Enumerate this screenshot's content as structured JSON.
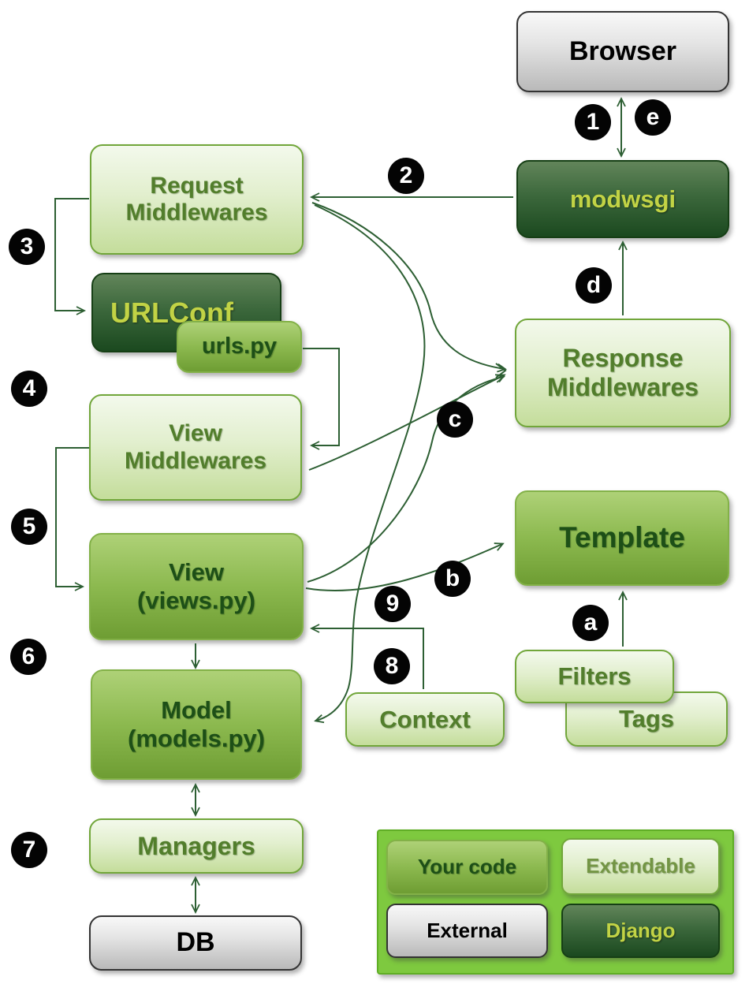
{
  "nodes": {
    "browser": "Browser",
    "modwsgi": "modwsgi",
    "request_middlewares": "Request\nMiddlewares",
    "urlconf": "URLConf",
    "urls_py": "urls.py",
    "view_middlewares": "View\nMiddlewares",
    "view": "View\n(views.py)",
    "model": "Model\n(models.py)",
    "managers": "Managers",
    "db": "DB",
    "response_middlewares": "Response\nMiddlewares",
    "template": "Template",
    "filters": "Filters",
    "tags": "Tags",
    "context": "Context"
  },
  "step_markers": {
    "n1": "1",
    "n2": "2",
    "n3": "3",
    "n4": "4",
    "n5": "5",
    "n6": "6",
    "n7": "7",
    "n8": "8",
    "n9": "9",
    "la": "a",
    "lb": "b",
    "lc": "c",
    "ld": "d",
    "le": "e"
  },
  "legend": {
    "your_code": "Your code",
    "extendable": "Extendable",
    "external": "External",
    "django": "Django"
  },
  "colors": {
    "connector_green": "#2d5f33",
    "dark_box_text": "#c2d345",
    "light_box_fill": "#dcebc2",
    "medium_box_fill": "#8cb94f",
    "dark_box_fill": "#2c5530",
    "legend_background": "#7ec93f",
    "marker_black": "#040404"
  }
}
